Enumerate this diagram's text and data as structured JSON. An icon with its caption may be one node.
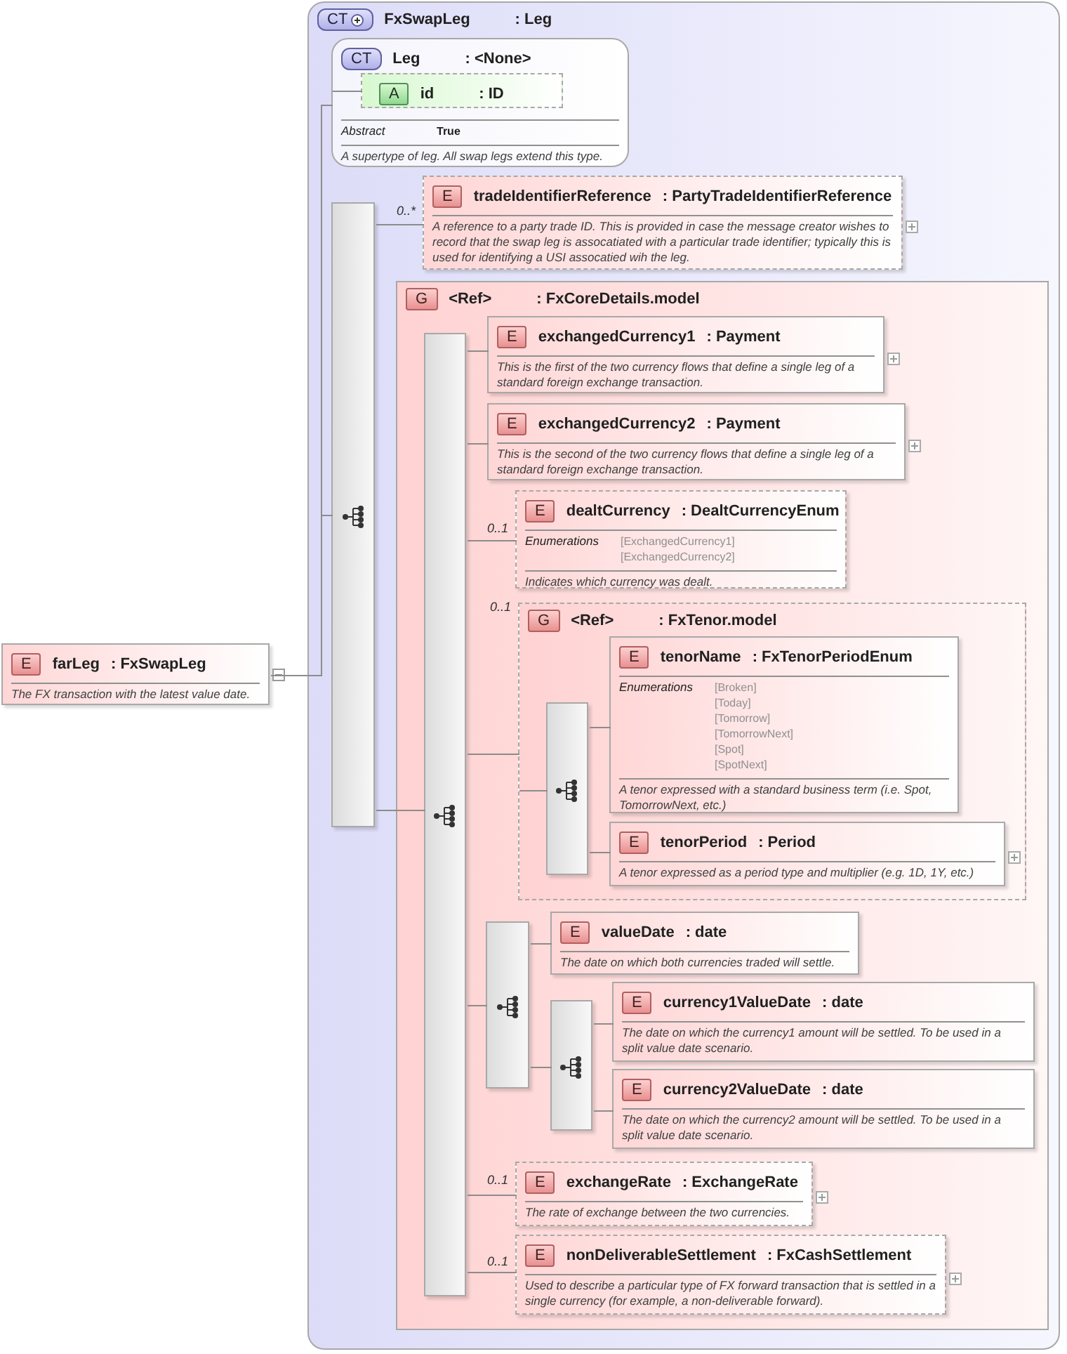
{
  "diagram": {
    "nodes": [
      {
        "text": [
          "E",
          "farLeg",
          ": FxSwapLeg",
          "The FX transaction with the latest value date."
        ]
      },
      {
        "text": [
          "CT",
          "FxSwapLeg",
          ": Leg"
        ]
      },
      {
        "text": [
          "CT",
          "Leg",
          ": <None>",
          "Abstract",
          "True",
          "A supertype of leg. All swap legs extend this type."
        ],
        "in": 1
      },
      {
        "text": [
          "A",
          "id",
          ": ID"
        ],
        "in": 2
      },
      {
        "text": [],
        "shape": "box",
        "in": 1
      },
      {
        "text": [
          "E",
          "tradeIdentifierReference",
          ": PartyTradeIdentifierReference",
          "A reference to a party trade ID. This is provided in case the message creator wishes to record that the swap leg is assocatiated with a particular trade identifier; typically this is used for identifying a USI assocatied wih the leg."
        ],
        "beside": [
          "0..*"
        ],
        "in": 1
      },
      {
        "text": [
          "G",
          "<Ref>",
          ": FxCoreDetails.model"
        ],
        "in": 1
      },
      {
        "text": [],
        "shape": "box",
        "in": 6
      },
      {
        "text": [
          "E",
          "exchangedCurrency1",
          ": Payment",
          "This is the first of the two currency flows that define a single leg of a standard foreign exchange transaction."
        ],
        "in": 6
      },
      {
        "text": [
          "E",
          "exchangedCurrency2",
          ": Payment",
          "This is the second of the two currency flows that define a single leg of a standard foreign exchange transaction."
        ],
        "in": 6
      },
      {
        "text": [
          "E",
          "dealtCurrency",
          ": DealtCurrencyEnum",
          "Enumerations",
          "[ExchangedCurrency1]",
          "[ExchangedCurrency2]",
          "Indicates which currency was dealt."
        ],
        "beside": [
          "0..1"
        ],
        "in": 6
      },
      {
        "text": [
          "G",
          "<Ref>",
          ": FxTenor.model"
        ],
        "beside": [
          "0..1"
        ],
        "in": 6
      },
      {
        "text": [],
        "shape": "box",
        "in": 11
      },
      {
        "text": [
          "E",
          "tenorName",
          ": FxTenorPeriodEnum",
          "Enumerations",
          "[Broken]",
          "[Today]",
          "[Tomorrow]",
          "[TomorrowNext]",
          "[Spot]",
          "[SpotNext]",
          "A tenor expressed with a standard business term (i.e. Spot, TomorrowNext, etc.)"
        ],
        "in": 11
      },
      {
        "text": [
          "E",
          "tenorPeriod",
          ": Period",
          "A tenor expressed as a period type and multiplier (e.g. 1D, 1Y, etc.)"
        ],
        "in": 11
      },
      {
        "text": [],
        "shape": "box",
        "in": 6
      },
      {
        "text": [
          "E",
          "valueDate",
          ": date",
          "The date on which both currencies traded will settle."
        ],
        "in": 6
      },
      {
        "text": [],
        "shape": "box",
        "in": 6
      },
      {
        "text": [
          "E",
          "currency1ValueDate",
          ": date",
          "The date on which the currency1 amount will be settled. To be used in a split value date scenario."
        ],
        "in": 6
      },
      {
        "text": [
          "E",
          "currency2ValueDate",
          ": date",
          "The date on which the currency2 amount will be settled. To be used in a split value date scenario."
        ],
        "in": 6
      },
      {
        "text": [
          "E",
          "exchangeRate",
          ": ExchangeRate",
          "The rate of exchange between the two currencies."
        ],
        "beside": [
          "0..1"
        ],
        "in": 6
      },
      {
        "text": [
          "E",
          "nonDeliverableSettlement",
          ": FxCashSettlement",
          "Used to describe a particular type of FX forward transaction that is settled in a single currency (for example, a non-deliverable forward)."
        ],
        "beside": [
          "0..1"
        ],
        "in": 6
      }
    ],
    "edges": [
      {
        "from": 0,
        "to": 2,
        "arrow": "none"
      },
      {
        "from": 2,
        "to": 3,
        "arrow": "none"
      },
      {
        "from": 0,
        "to": 4,
        "arrow": "none"
      },
      {
        "from": 4,
        "to": 5,
        "arrow": "none"
      },
      {
        "from": 4,
        "to": 6,
        "arrow": "none"
      },
      {
        "from": 6,
        "to": 7,
        "arrow": "none"
      },
      {
        "from": 7,
        "to": 8,
        "arrow": "none"
      },
      {
        "from": 7,
        "to": 9,
        "arrow": "none"
      },
      {
        "from": 7,
        "to": 10,
        "arrow": "none"
      },
      {
        "from": 7,
        "to": 11,
        "arrow": "none"
      },
      {
        "from": 11,
        "to": 12,
        "arrow": "none"
      },
      {
        "from": 12,
        "to": 13,
        "arrow": "none"
      },
      {
        "from": 12,
        "to": 14,
        "arrow": "none"
      },
      {
        "from": 7,
        "to": 15,
        "arrow": "none"
      },
      {
        "from": 15,
        "to": 16,
        "arrow": "none"
      },
      {
        "from": 15,
        "to": 17,
        "arrow": "none"
      },
      {
        "from": 17,
        "to": 18,
        "arrow": "none"
      },
      {
        "from": 17,
        "to": 19,
        "arrow": "none"
      },
      {
        "from": 7,
        "to": 20,
        "arrow": "none"
      },
      {
        "from": 7,
        "to": 21,
        "arrow": "none"
      }
    ]
  }
}
